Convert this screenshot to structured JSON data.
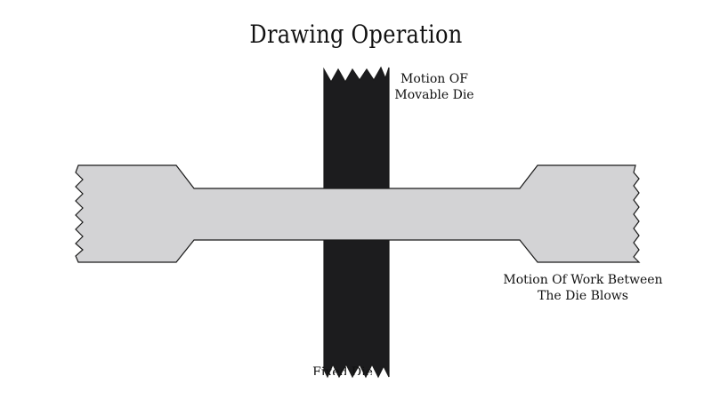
{
  "title": "Drawing Operation",
  "labels": {
    "movable_die": [
      "Motion OF",
      "Movable Die"
    ],
    "work_motion": [
      "Motion Of Work Between",
      "The Die Blows"
    ],
    "fixed_die": "Fixed Die"
  },
  "colors": {
    "die_fill": "#1c1c1e",
    "workpiece_fill": "#d3d3d5",
    "outline": "#1a1a1a",
    "text": "#111111",
    "background": "#ffffff"
  }
}
